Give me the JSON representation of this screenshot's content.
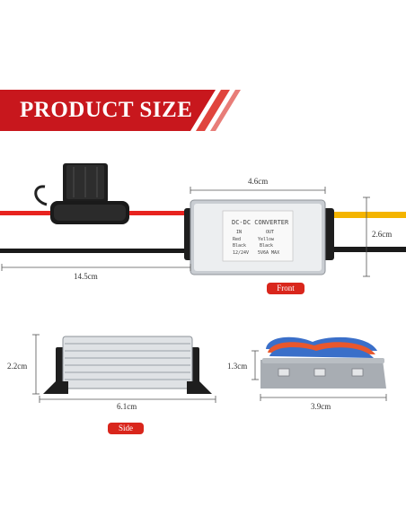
{
  "banner": {
    "title": "PRODUCT SIZE",
    "color": "#c8171d"
  },
  "dimensions": {
    "front_width": "4.6cm",
    "front_height": "2.6cm",
    "wire_length": "14.5cm",
    "side_height": "2.2cm",
    "side_length": "6.1cm",
    "connector_height": "1.3cm",
    "connector_width": "3.9cm"
  },
  "views": {
    "front": "Front",
    "side": "Side"
  },
  "converter_label": {
    "title": "DC-DC CONVERTER",
    "in": "IN",
    "out": "OUT",
    "in_red": "Red",
    "in_black": "Black",
    "out_yellow": "Yellow",
    "out_black": "Black",
    "in_voltage": "12/24V",
    "out_rating": "5V6A MAX"
  },
  "colors": {
    "wire_red": "#e8231f",
    "wire_yellow": "#f4b400",
    "wire_black": "#1a1a1a",
    "pill_red": "#d9261c",
    "connector_grey": "#a8adb3",
    "connector_blue": "#3a6fc9",
    "connector_orange": "#e8572c"
  }
}
